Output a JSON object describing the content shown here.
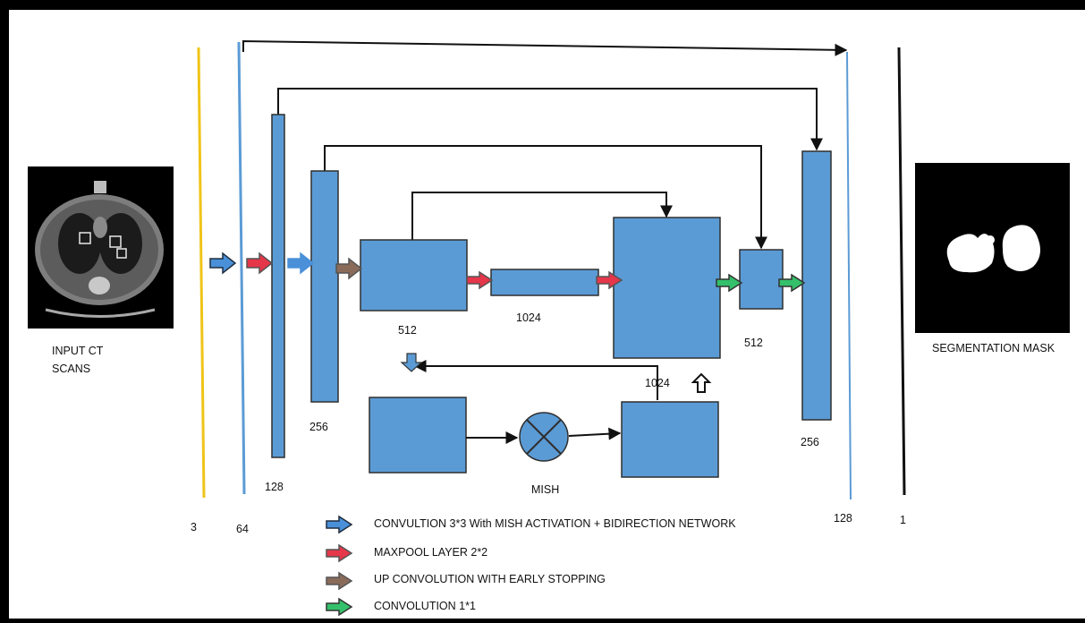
{
  "colors": {
    "block_fill": "#5b9bd5",
    "block_stroke": "#2f2f2f",
    "yellow_line": "#f0c419",
    "blue_line": "#5b9bd5",
    "conv_arrow": "#4a90d9",
    "maxpool_arrow": "#e5364a",
    "upconv_arrow": "#8a6b5a",
    "conv1x1_arrow": "#34c06a"
  },
  "labels": {
    "input": "INPUT CT\nSCANS",
    "output": "SEGMENTATION MASK",
    "mish": "MISH",
    "ch_3": "3",
    "ch_64": "64",
    "ch_128_left": "128",
    "ch_256_left": "256",
    "ch_512_left": "512",
    "ch_1024_mid": "1024",
    "ch_1024_low": "1024",
    "ch_512_right": "512",
    "ch_256_right": "256",
    "ch_128_right": "128",
    "ch_1": "1"
  },
  "legend": [
    {
      "icon": "conv-arrow-icon",
      "color": "#4a90d9",
      "text": "CONVULTION 3*3 With MISH ACTIVATION + BIDIRECTION NETWORK"
    },
    {
      "icon": "maxpool-arrow-icon",
      "color": "#e5364a",
      "text": "MAXPOOL LAYER 2*2"
    },
    {
      "icon": "upconv-arrow-icon",
      "color": "#8a6b5a",
      "text": "UP CONVOLUTION WITH EARLY STOPPING"
    },
    {
      "icon": "conv1x1-arrow-icon",
      "color": "#34c06a",
      "text": "CONVOLUTION 1*1"
    }
  ]
}
